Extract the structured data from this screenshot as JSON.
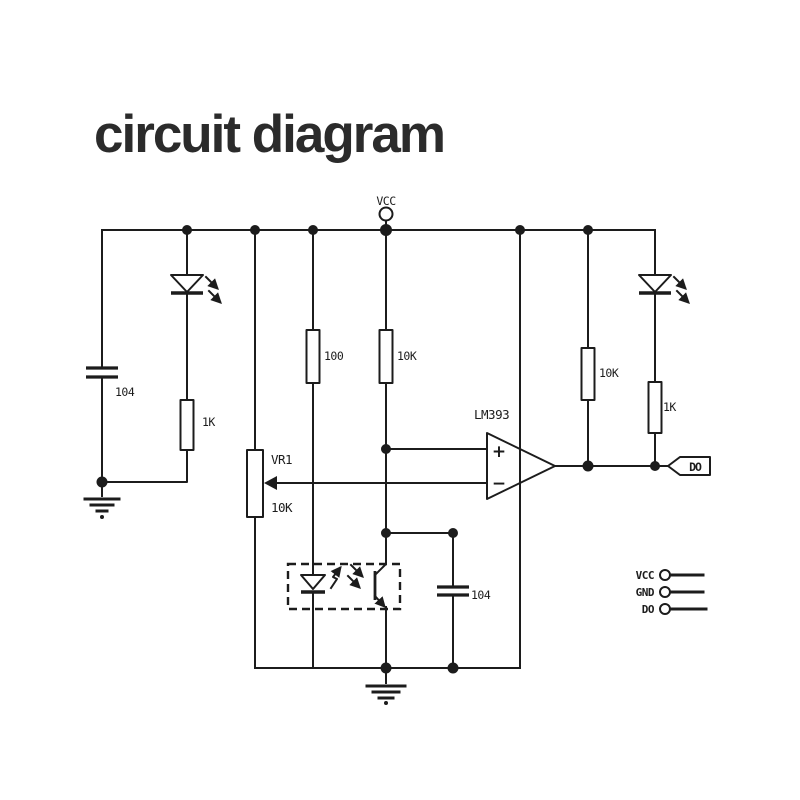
{
  "title": "circuit diagram",
  "colors": {
    "ink": "#1c1c1c",
    "bg": "#ffffff",
    "title": "#2b2b2b"
  },
  "labels": {
    "vcc_terminal": "VCC",
    "left_capacitor": "104",
    "left_led_resistor": "1K",
    "ir_led_resistor": "100",
    "divider_resistor": "10K",
    "potentiometer_name": "VR1",
    "potentiometer_value": "10K",
    "comparator": "LM393",
    "plus_input": "+",
    "minus_input": "−",
    "pullup_resistor": "10K",
    "output_led_resistor": "1K",
    "filter_capacitor": "104",
    "output_tag": "DO"
  },
  "connector": {
    "pins": [
      {
        "label": "VCC"
      },
      {
        "label": "GND"
      },
      {
        "label": "DO"
      }
    ]
  }
}
